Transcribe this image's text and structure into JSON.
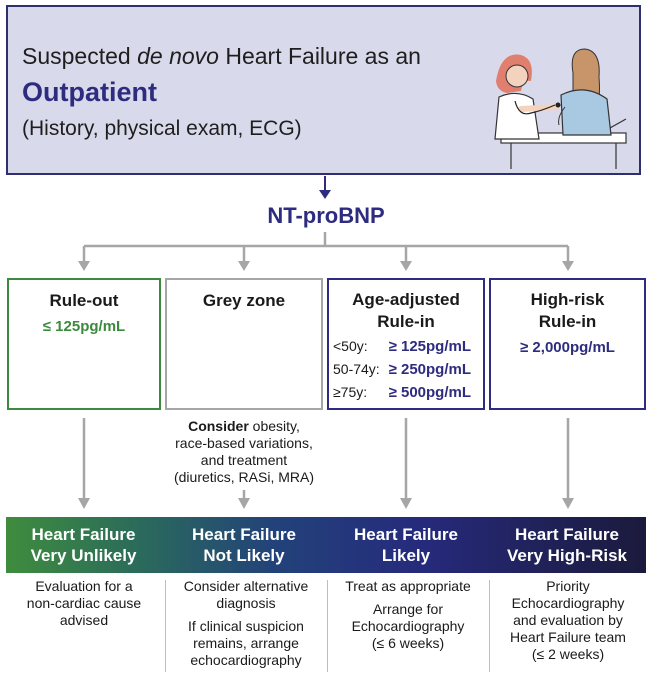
{
  "header": {
    "line1_prefix": "Suspected ",
    "line1_italic": "de novo",
    "line1_suffix": " Heart Failure as an",
    "setting": "Outpatient",
    "line3": "(History, physical exam, ECG)"
  },
  "biomarker": "NT-proBNP",
  "categories": [
    {
      "title": "Rule-out",
      "value": "≤ 125pg/mL"
    },
    {
      "title": "Grey zone"
    },
    {
      "title_1": "Age-adjusted",
      "title_2": "Rule-in",
      "rows": [
        {
          "age": "<50y:",
          "cutoff": "≥ 125pg/mL"
        },
        {
          "age": "50-74y:",
          "cutoff": "≥ 250pg/mL"
        },
        {
          "age": "≥75y:",
          "cutoff": "≥ 500pg/mL"
        }
      ]
    },
    {
      "title_1": "High-risk",
      "title_2": "Rule-in",
      "value": "≥ 2,000pg/mL"
    }
  ],
  "grey_note": {
    "bold": "Consider",
    "rest": " obesity,",
    "line2": "race-based variations,",
    "line3": "and treatment",
    "line4": "(diuretics, RASi, MRA)"
  },
  "outcomes": [
    {
      "line1": "Heart Failure",
      "line2": "Very Unlikely"
    },
    {
      "line1": "Heart Failure",
      "line2": "Not Likely"
    },
    {
      "line1": "Heart Failure",
      "line2": "Likely"
    },
    {
      "line1": "Heart Failure",
      "line2": "Very High-Risk"
    }
  ],
  "actions": [
    {
      "lines": [
        "Evaluation for a",
        "non-cardiac cause",
        "advised"
      ]
    },
    {
      "lines": [
        "Consider alternative",
        "diagnosis"
      ],
      "lines_b": [
        "If clinical suspicion",
        "remains, arrange",
        "echocardiography"
      ]
    },
    {
      "lines": [
        "Treat as appropriate"
      ],
      "lines_b": [
        "Arrange for",
        "Echocardiography",
        "(≤  6 weeks)"
      ]
    },
    {
      "lines": [
        "Priority",
        "Echocardiography",
        "and evaluation by",
        "Heart Failure team",
        "(≤ 2 weeks)"
      ]
    }
  ],
  "colors": {
    "navy": "#2e2c7f",
    "green": "#3b8a3e",
    "grey": "#a6a6a6",
    "header_fill": "#d9d9ec"
  },
  "icons": [
    "doctor-patient-illustration",
    "arrow-down-icon"
  ]
}
